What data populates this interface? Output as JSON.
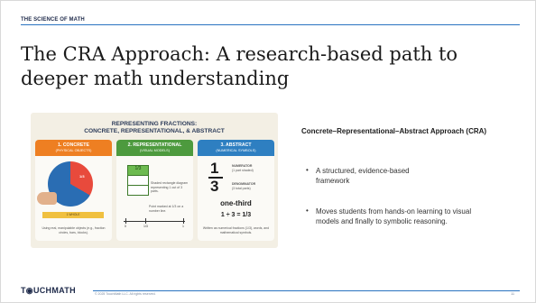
{
  "header": {
    "kicker": "THE SCIENCE OF MATH"
  },
  "title": "The CRA Approach: A research-based path to deeper math understanding",
  "infographic": {
    "title_l1": "REPRESENTING FRACTIONS:",
    "title_l2": "CONCRETE, REPRESENTATIONAL, & ABSTRACT",
    "panels": [
      {
        "heading": "1. CONCRETE",
        "subheading": "(PHYSICAL OBJECTS)",
        "caption": "Using real, manipulable objects (e.g., fraction circles, bars, blocks).",
        "pie_label": "1/3",
        "strip_label": "1 WHOLE"
      },
      {
        "heading": "2. REPRESENTATIONAL",
        "subheading": "(VISUAL MODELS)",
        "caption": "Shaded rectangle diagram representing 1 out of 3 parts.",
        "point_note": "Point marked at 1/3 on a number line.",
        "rect_label": "1/3",
        "tick_labels": [
          "0",
          "1/3",
          "1"
        ]
      },
      {
        "heading": "3. ABSTRACT",
        "subheading": "(NUMERICAL SYMBOLS)",
        "numerator": "1",
        "denominator": "3",
        "num_note": "NUMERATOR",
        "num_sub": "(1 part shaded)",
        "den_note": "DENOMINATOR",
        "den_sub": "(3 total parts)",
        "word": "one-third",
        "equation": "1 ÷ 3 = 1/3",
        "caption": "Written as numerical fractions (1/3), words, and mathematical symbols."
      }
    ]
  },
  "right": {
    "heading": "Concrete–Representational–Abstract Approach (CRA)",
    "bullets": [
      "A structured, evidence-based framework",
      "Moves students from hands-on learning to visual models and finally to symbolic reasoning."
    ]
  },
  "footer": {
    "logo": "T◉UCHMATH",
    "copyright": "© 2025 TouchMath LLC. All rights reserved.",
    "page": "11"
  },
  "colors": {
    "accent_line": "#2a73c0",
    "concrete": "#ee7f22",
    "representational": "#4d9a3e",
    "abstract": "#2e7fc1"
  }
}
